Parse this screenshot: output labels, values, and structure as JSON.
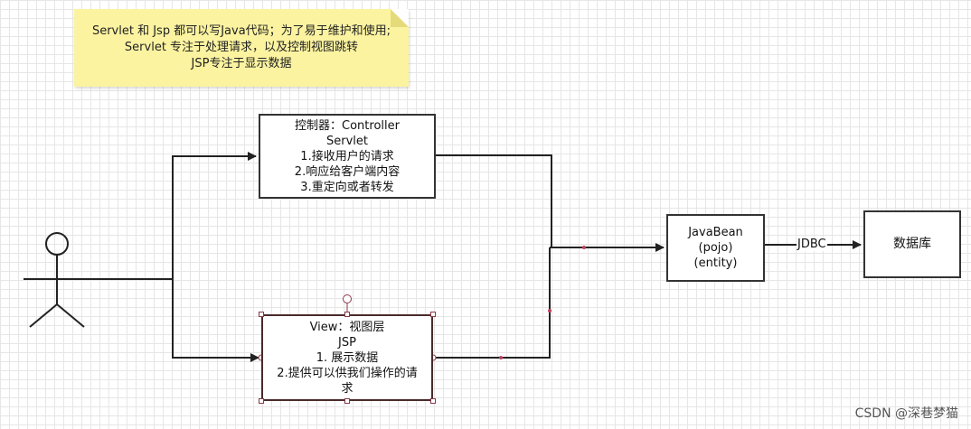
{
  "note": {
    "lines": [
      "Servlet 和 Jsp  都可以写Java代码；为了易于维护和使用;",
      "Servlet 专注于处理请求，以及控制视图跳转",
      "JSP专注于显示数据"
    ]
  },
  "controller": {
    "lines": [
      "控制器：Controller",
      "Servlet",
      "1.接收用户的请求",
      "2.响应给客户端内容",
      "3.重定向或者转发"
    ]
  },
  "view": {
    "lines": [
      "View：视图层",
      "JSP",
      "1. 展示数据",
      "2.提供可以供我们操作的请",
      "求"
    ]
  },
  "javabean": {
    "lines": [
      "JavaBean",
      "(pojo)",
      "(entity)"
    ]
  },
  "database": {
    "label": "数据库"
  },
  "jdbc": {
    "label": "JDBC"
  },
  "watermark": "CSDN @深巷梦猫",
  "colors": {
    "note_bg": "#fbf3a0",
    "grid": "#e6e6e6",
    "line": "#222222",
    "selection": "#8a3a4a"
  }
}
